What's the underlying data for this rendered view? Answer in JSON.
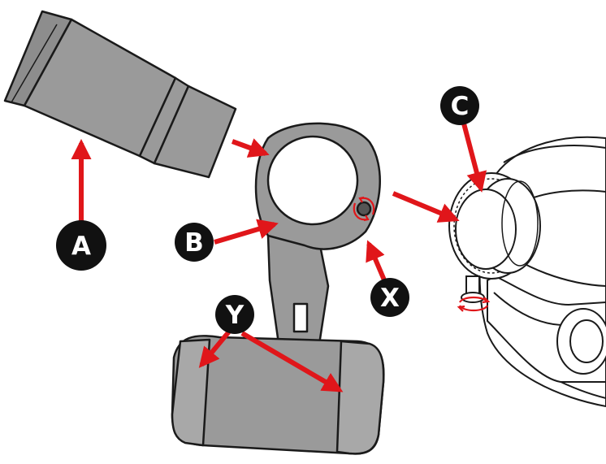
{
  "diagram": {
    "labels": {
      "a": "A",
      "b": "B",
      "c": "C",
      "x": "X",
      "y": "Y"
    },
    "colors": {
      "part_fill": "#9a9a9a",
      "part_fill_light": "#a8a8a8",
      "outline": "#1a1a1a",
      "arrow": "#e0161a",
      "badge": "#111111",
      "badge_text": "#ffffff",
      "background": "#ffffff"
    },
    "icons": {
      "rotate_symbol": "rotate-arrows-icon"
    }
  }
}
